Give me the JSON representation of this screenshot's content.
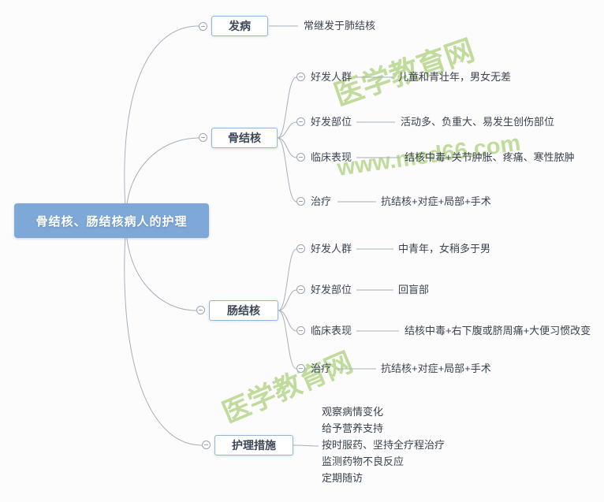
{
  "root": {
    "label": "骨结核、肠结核病人的护理"
  },
  "branches": [
    {
      "label": "发病",
      "leaf": "常继发于肺结核"
    },
    {
      "label": "骨结核",
      "children": [
        {
          "label": "好发人群",
          "leaf": "儿童和青壮年，男女无差"
        },
        {
          "label": "好发部位",
          "leaf": "活动多、负重大、易发生创伤部位"
        },
        {
          "label": "临床表现",
          "leaf": "结核中毒+关节肿胀、疼痛、寒性脓肿"
        },
        {
          "label": "治疗",
          "leaf": "抗结核+对症+局部+手术"
        }
      ]
    },
    {
      "label": "肠结核",
      "children": [
        {
          "label": "好发人群",
          "leaf": "中青年，女稍多于男"
        },
        {
          "label": "好发部位",
          "leaf": "回盲部"
        },
        {
          "label": "临床表现",
          "leaf": "结核中毒+右下腹或脐周痛+大便习惯改变"
        },
        {
          "label": "治疗",
          "leaf": "抗结核+对症+局部+手术"
        }
      ]
    },
    {
      "label": "护理措施",
      "care_lines": [
        "观察病情变化",
        "给予营养支持",
        "按时服药、坚持全疗程治疗",
        "监测药物不良反应",
        "定期随访"
      ]
    }
  ],
  "watermarks": {
    "brand_top": "医学教育网",
    "site": "www.med66.com",
    "brand_bottom": "医学教育网"
  },
  "colors": {
    "root_bg": "#7da8d8",
    "branch_border": "#93b5d6",
    "connector": "#a6b0ba",
    "watermark": "#aed17e"
  }
}
